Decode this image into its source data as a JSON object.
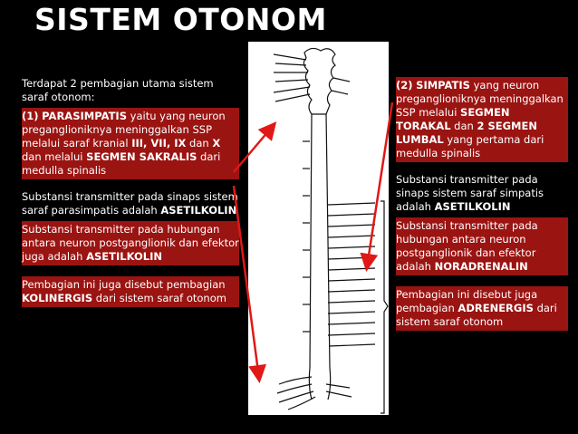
{
  "title": "SISTEM OTONOM",
  "left": {
    "intro": "Terdapat 2 pembagian utama sistem saraf otonom:",
    "para1": {
      "num": "(1)",
      "name": "PARASIMPATIS",
      "t1": " yaitu yang neuron preganglioniknya meninggalkan SSP melalui saraf kranial ",
      "k1": "III, VII, IX",
      "t2": " dan ",
      "k2": "X",
      "t3": " dan melalui ",
      "k3": "SEGMEN SAKRALIS",
      "t4": " dari medulla spinalis"
    },
    "trans1": {
      "t": "Substansi transmitter pada sinaps sistem saraf parasimpatis adalah ",
      "b": "ASETILKOLIN"
    },
    "trans2": {
      "t": "Substansi transmitter pada hubungan antara neuron postganglionik dan efektor juga adalah ",
      "b": "ASETILKOLIN"
    },
    "div": {
      "t1": "Pembagian ini juga disebut pembagian ",
      "b": "KOLINERGIS",
      "t2": " dari sistem saraf otonom"
    }
  },
  "right": {
    "para2": {
      "num": "(2)",
      "name": "SIMPATIS",
      "t1": " yang neuron preganglioniknya meninggalkan SSP melalui ",
      "k1": "SEGMEN TORAKAL",
      "t2": " dan ",
      "k2": "2 SEGMEN LUMBAL",
      "t3": " yang pertama dari medulla spinalis"
    },
    "trans1": {
      "t": "Substansi transmitter pada sinaps sistem saraf simpatis adalah ",
      "b": "ASETILKOLIN"
    },
    "trans2": {
      "t": "Substansi transmitter pada hubungan antara neuron postganglionik dan efektor adalah ",
      "b": "NORADRENALIN"
    },
    "div": {
      "t1": "Pembagian ini disebut juga pembagian ",
      "b": "ADRENERGIS",
      "t2": " dari sistem saraf otonom"
    }
  },
  "colors": {
    "background": "#000000",
    "highlight": "#9a1412",
    "arrow": "#e01818",
    "text": "#ffffff"
  }
}
